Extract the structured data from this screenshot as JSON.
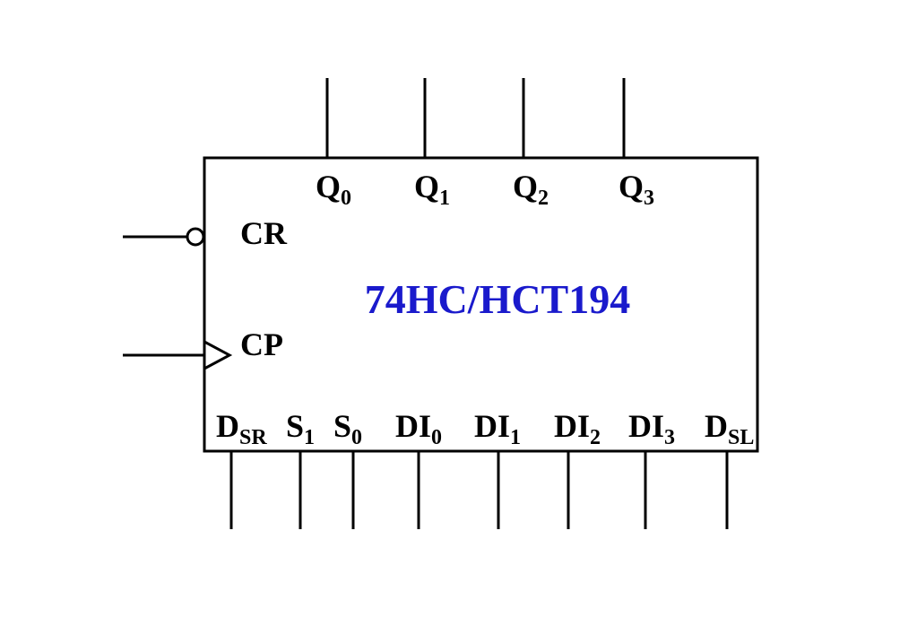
{
  "chip": {
    "name": "74HC/HCT194",
    "name_color": "#1a1acc"
  },
  "colors": {
    "line": "#000000",
    "background": "#ffffff"
  },
  "outputs": [
    {
      "base": "Q",
      "sub": "0"
    },
    {
      "base": "Q",
      "sub": "1"
    },
    {
      "base": "Q",
      "sub": "2"
    },
    {
      "base": "Q",
      "sub": "3"
    }
  ],
  "left_inputs": {
    "clear": {
      "base": "CR",
      "sub": ""
    },
    "clock": {
      "base": "CP",
      "sub": ""
    }
  },
  "bottom_inputs": [
    {
      "base": "D",
      "sub": "SR"
    },
    {
      "base": "S",
      "sub": "1"
    },
    {
      "base": "S",
      "sub": "0"
    },
    {
      "base": "DI",
      "sub": "0"
    },
    {
      "base": "DI",
      "sub": "1"
    },
    {
      "base": "DI",
      "sub": "2"
    },
    {
      "base": "DI",
      "sub": "3"
    },
    {
      "base": "D",
      "sub": "SL"
    }
  ]
}
